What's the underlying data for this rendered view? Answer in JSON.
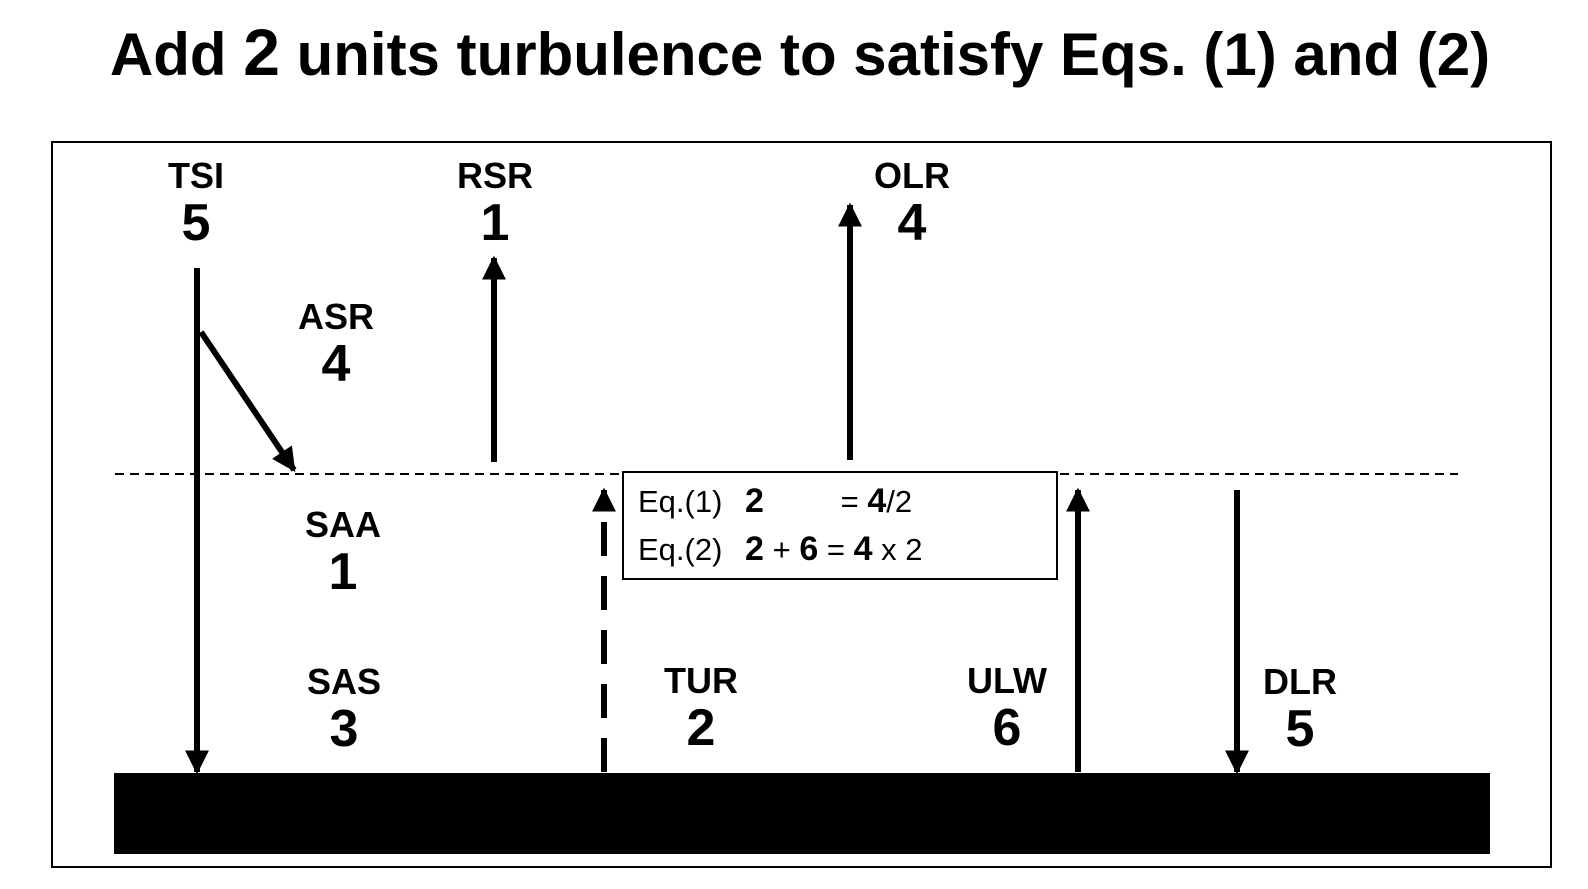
{
  "title": {
    "prefix": "Add",
    "number": "2",
    "suffix": "units turbulence to satisfy Eqs. (1) and (2)"
  },
  "labels": {
    "tsi": {
      "name": "TSI",
      "value": "5"
    },
    "rsr": {
      "name": "RSR",
      "value": "1"
    },
    "olr": {
      "name": "OLR",
      "value": "4"
    },
    "asr": {
      "name": "ASR",
      "value": "4"
    },
    "saa": {
      "name": "SAA",
      "value": "1"
    },
    "sas": {
      "name": "SAS",
      "value": "3"
    },
    "tur": {
      "name": "TUR",
      "value": "2"
    },
    "ulw": {
      "name": "ULW",
      "value": "6"
    },
    "dlr": {
      "name": "DLR",
      "value": "5"
    }
  },
  "equations": {
    "eq1": {
      "label": "Eq.(1)",
      "lhs": "2",
      "eq": "=",
      "rhs_bold": "4",
      "rhs_rest": "/2"
    },
    "eq2": {
      "label": "Eq.(2)",
      "lhs_a": "2",
      "plus": "+",
      "lhs_b": "6",
      "eq": "=",
      "rhs_bold": "4",
      "rhs_rest": "x 2"
    }
  },
  "colors": {
    "ink": "#000000",
    "background": "#ffffff"
  }
}
